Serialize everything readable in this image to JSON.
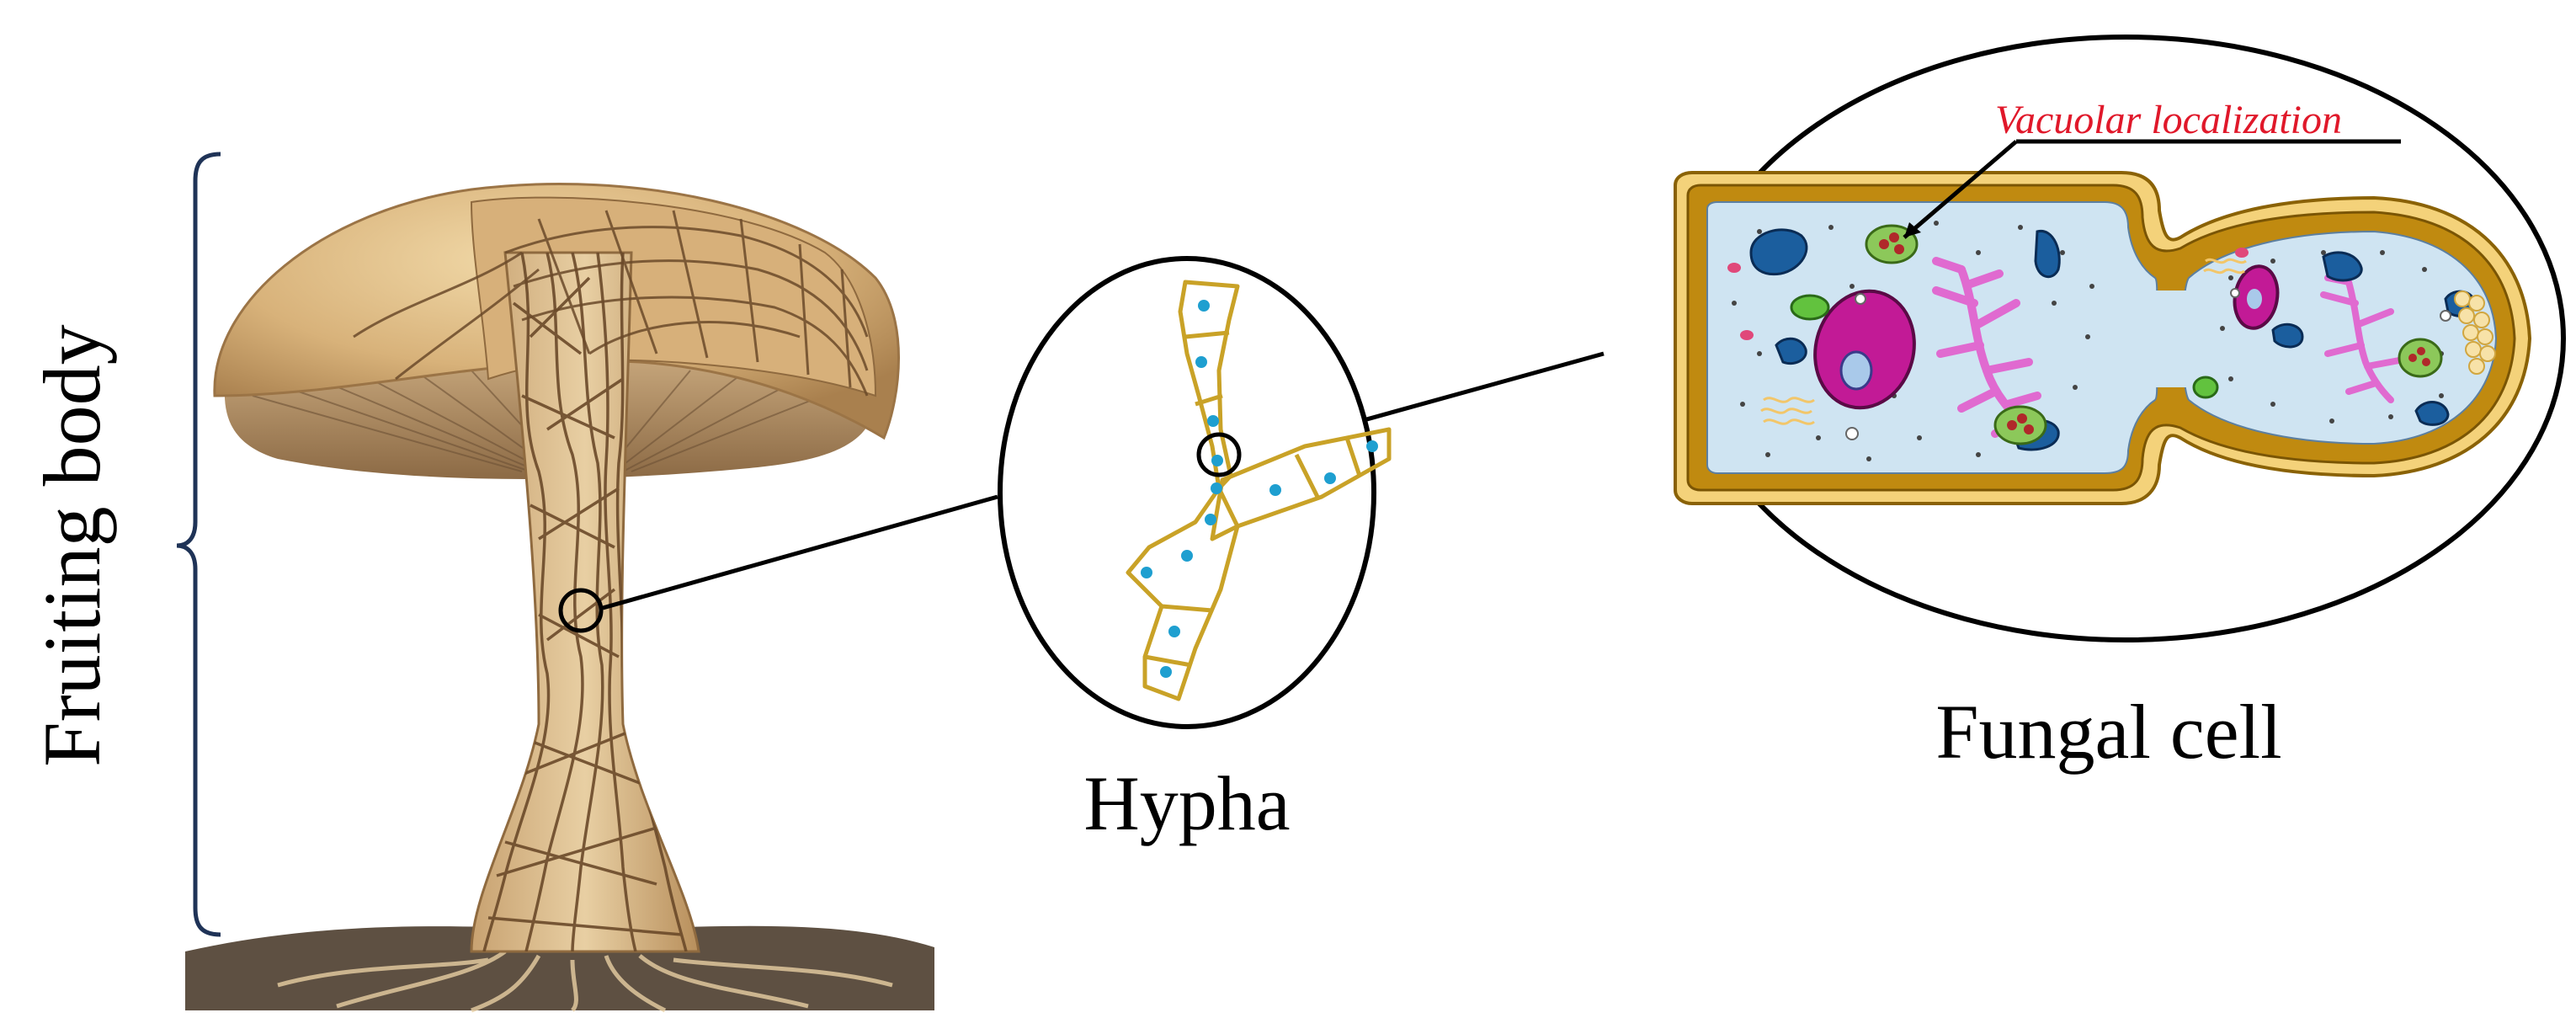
{
  "labels": {
    "fruiting_body": "Fruiting body",
    "hypha": "Hypha",
    "fungal_cell": "Fungal cell",
    "vacuolar_localization": "Vacuolar localization"
  },
  "colors": {
    "bracket": "#1f3357",
    "cap_light": "#e8c993",
    "cap_dark": "#b98a55",
    "gill": "#9b7a55",
    "stem": "#d9b98a",
    "vein": "#6b4a2a",
    "soil": "#5a4a3a",
    "cell_wall": "#c08a10",
    "cell_wall_light": "#f2cf78",
    "cytoplasm": "#cfe4f2",
    "nucleus": "#c21a96",
    "nucleus_inner": "#a9c9ea",
    "er": "#e06ad0",
    "mito": "#1b5e9e",
    "vacuole": "#7ac04a",
    "vacuole_dot": "#b0282a",
    "green_org": "#62c23e",
    "pink_org": "#e0487a",
    "lipid": "#f2d08a",
    "hypha_wall": "#c9a227",
    "hypha_dot": "#1e9fd0",
    "vacuolar_label": "#e0182a"
  }
}
